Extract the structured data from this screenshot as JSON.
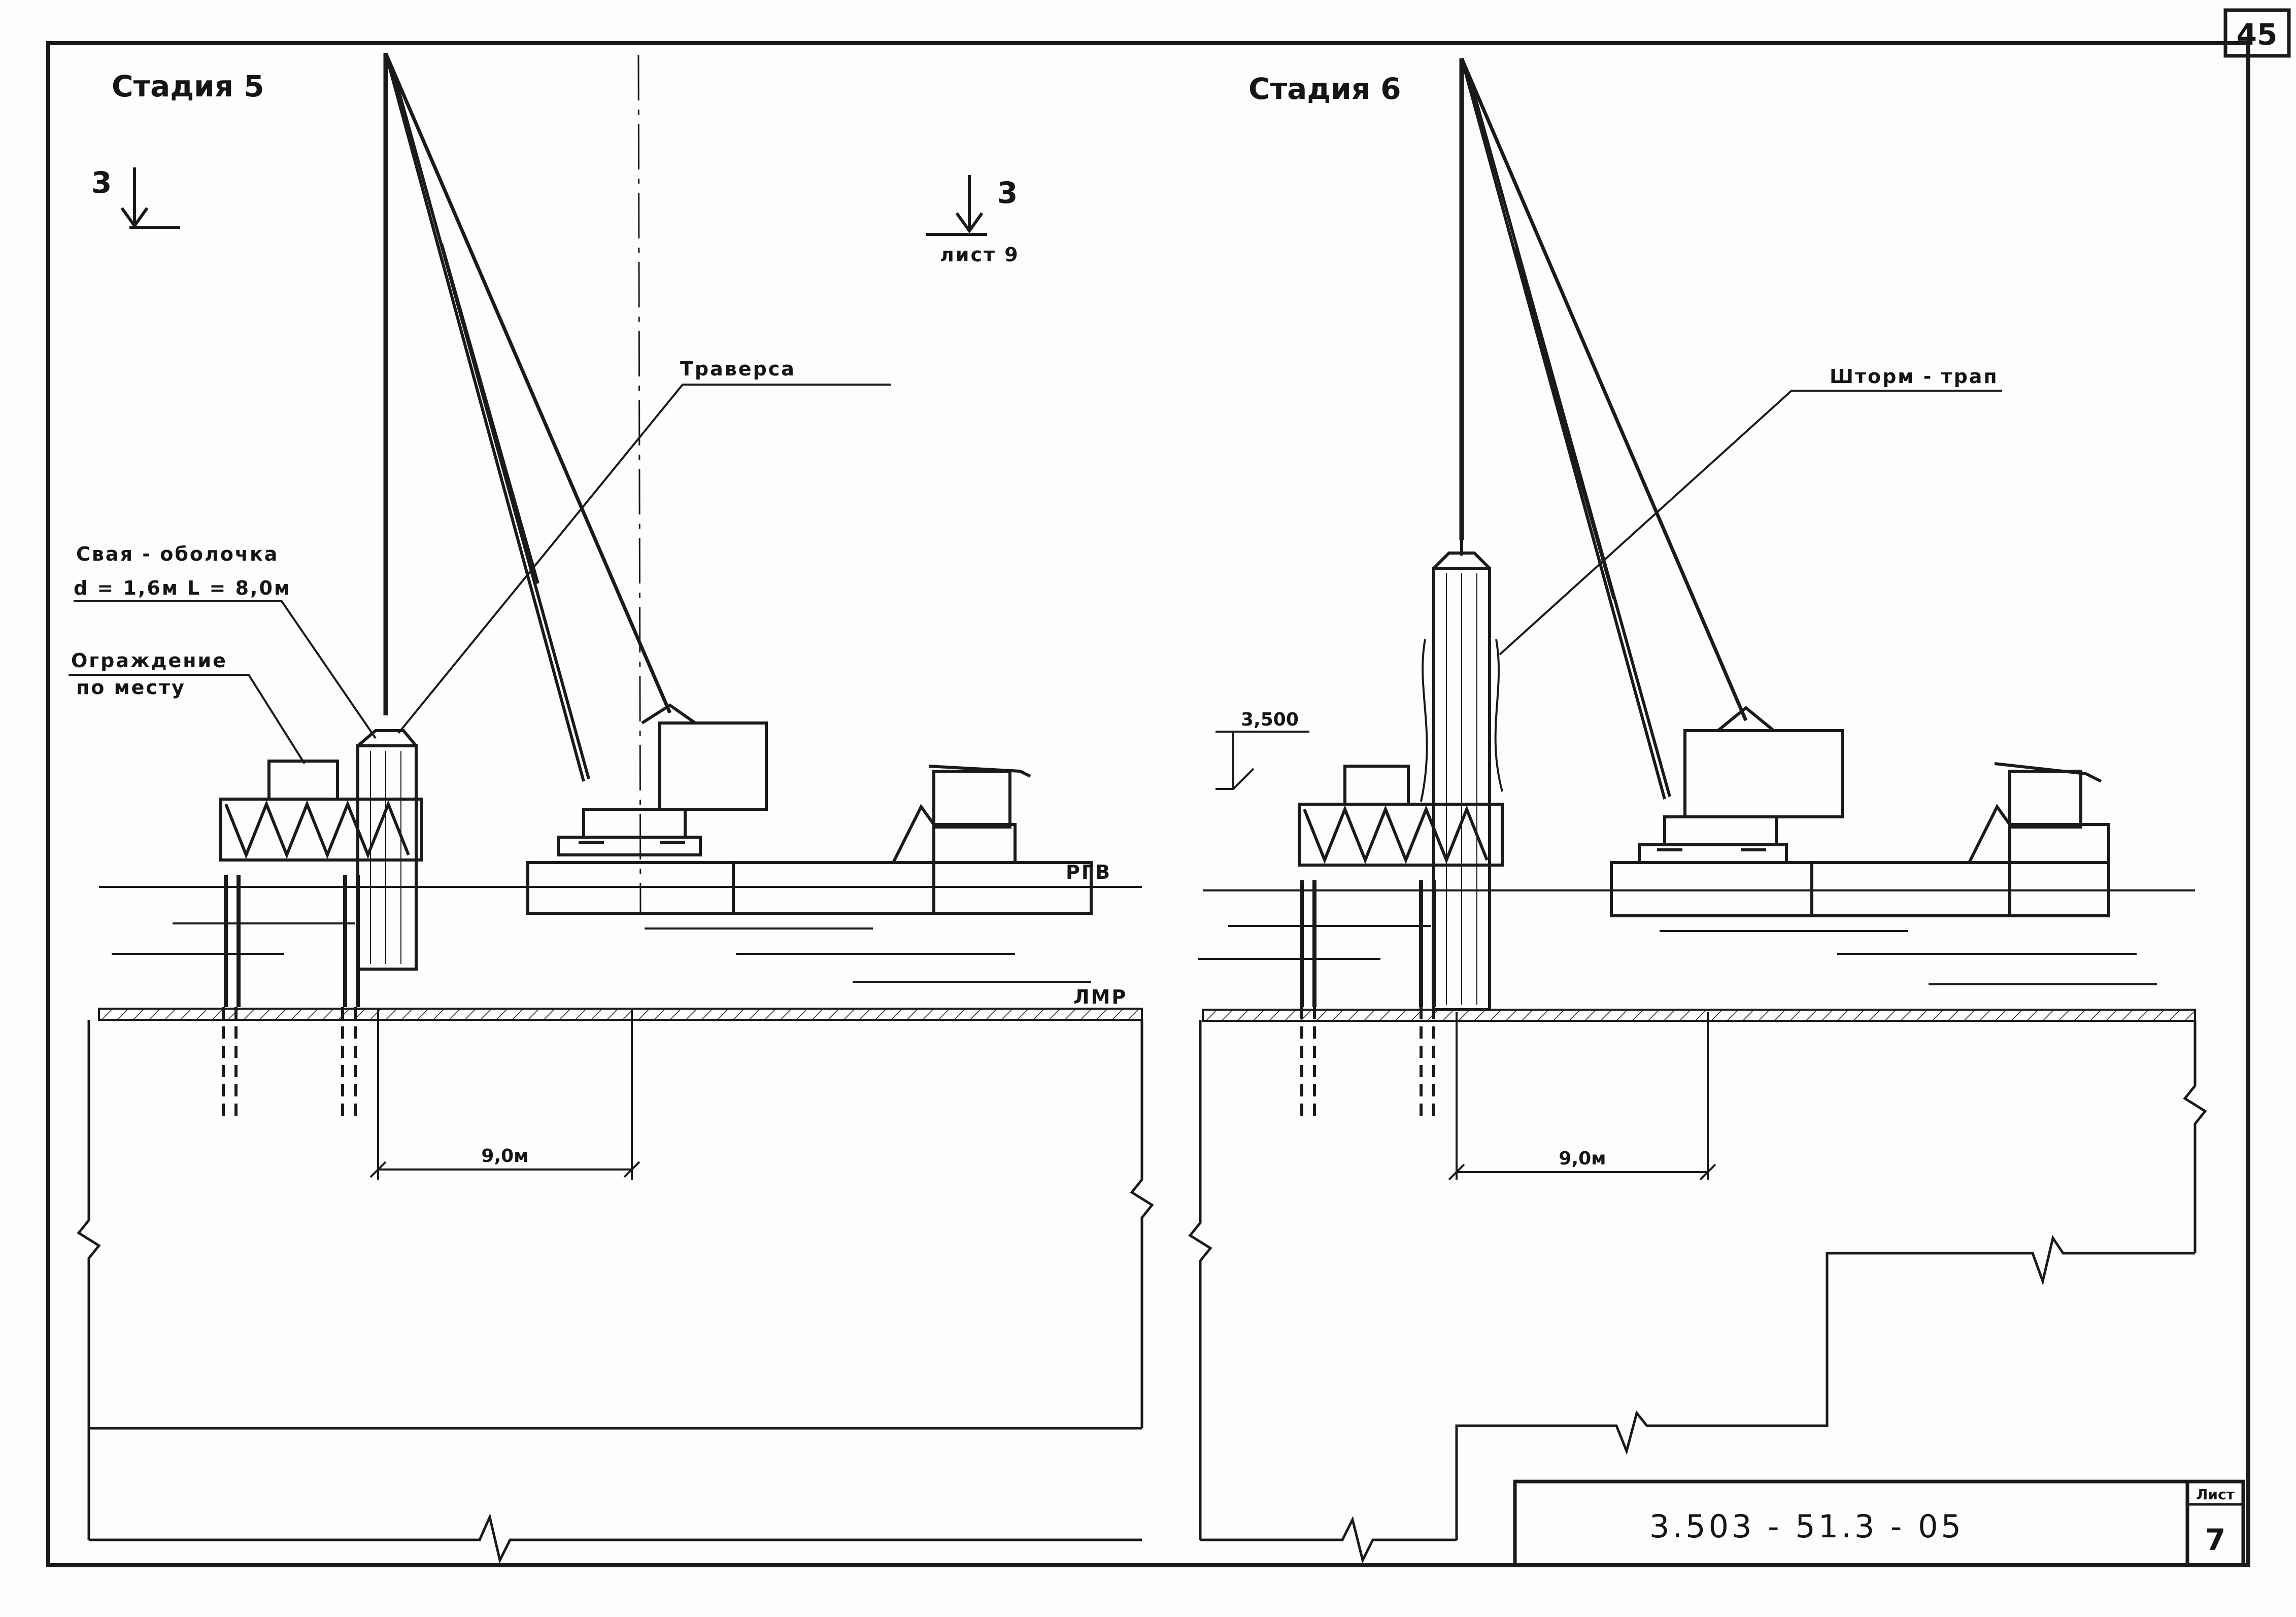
{
  "sheet": {
    "page_number": "45",
    "stage_left_title": "Стадия 5",
    "stage_right_title": "Стадия 6",
    "section_left_number": "3",
    "section_right_number": "3",
    "section_ref": "лист 9",
    "label_traverse": "Траверса",
    "label_storm_ladder": "Шторм - трап",
    "label_pile_line1": "Свая - оболочка",
    "label_pile_line2": "d = 1,6м  L = 8,0м",
    "label_fence_line1": "Ограждение",
    "label_fence_line2": "по месту",
    "elevation_mark": "3,500",
    "water_high": "РГВ",
    "water_low": "ЛМР",
    "dim_left": "9,0м",
    "dim_right": "9,0м",
    "doc_code": "3.503 - 51.3 - 05",
    "sheet_label": "Лист",
    "sheet_number": "7"
  }
}
